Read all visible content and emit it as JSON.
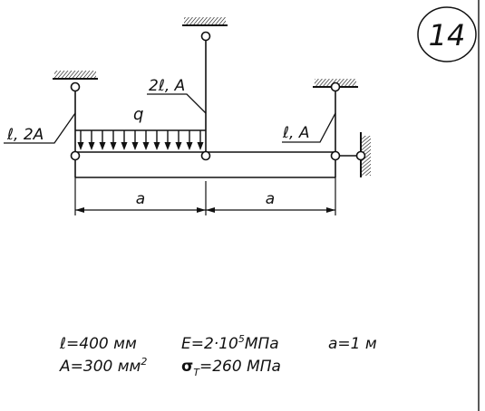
{
  "problem_number": "14",
  "labels": {
    "q": "q",
    "rod_left": "ℓ, 2A",
    "rod_middle": "2ℓ, A",
    "rod_right": "ℓ, A",
    "dim_a1": "a",
    "dim_a2": "a"
  },
  "params": {
    "l": "ℓ=400 мм",
    "A_prefix": "A=300 мм",
    "A_sup": "2",
    "E_prefix": "E=2·10",
    "E_sup": "5",
    "E_suffix": "МПа",
    "sigma_symbol": "σ",
    "sigma_sub": "T",
    "sigma_rest": "=260 МПа",
    "a": "a=1 м"
  },
  "load": {
    "arrow_count": 12
  }
}
